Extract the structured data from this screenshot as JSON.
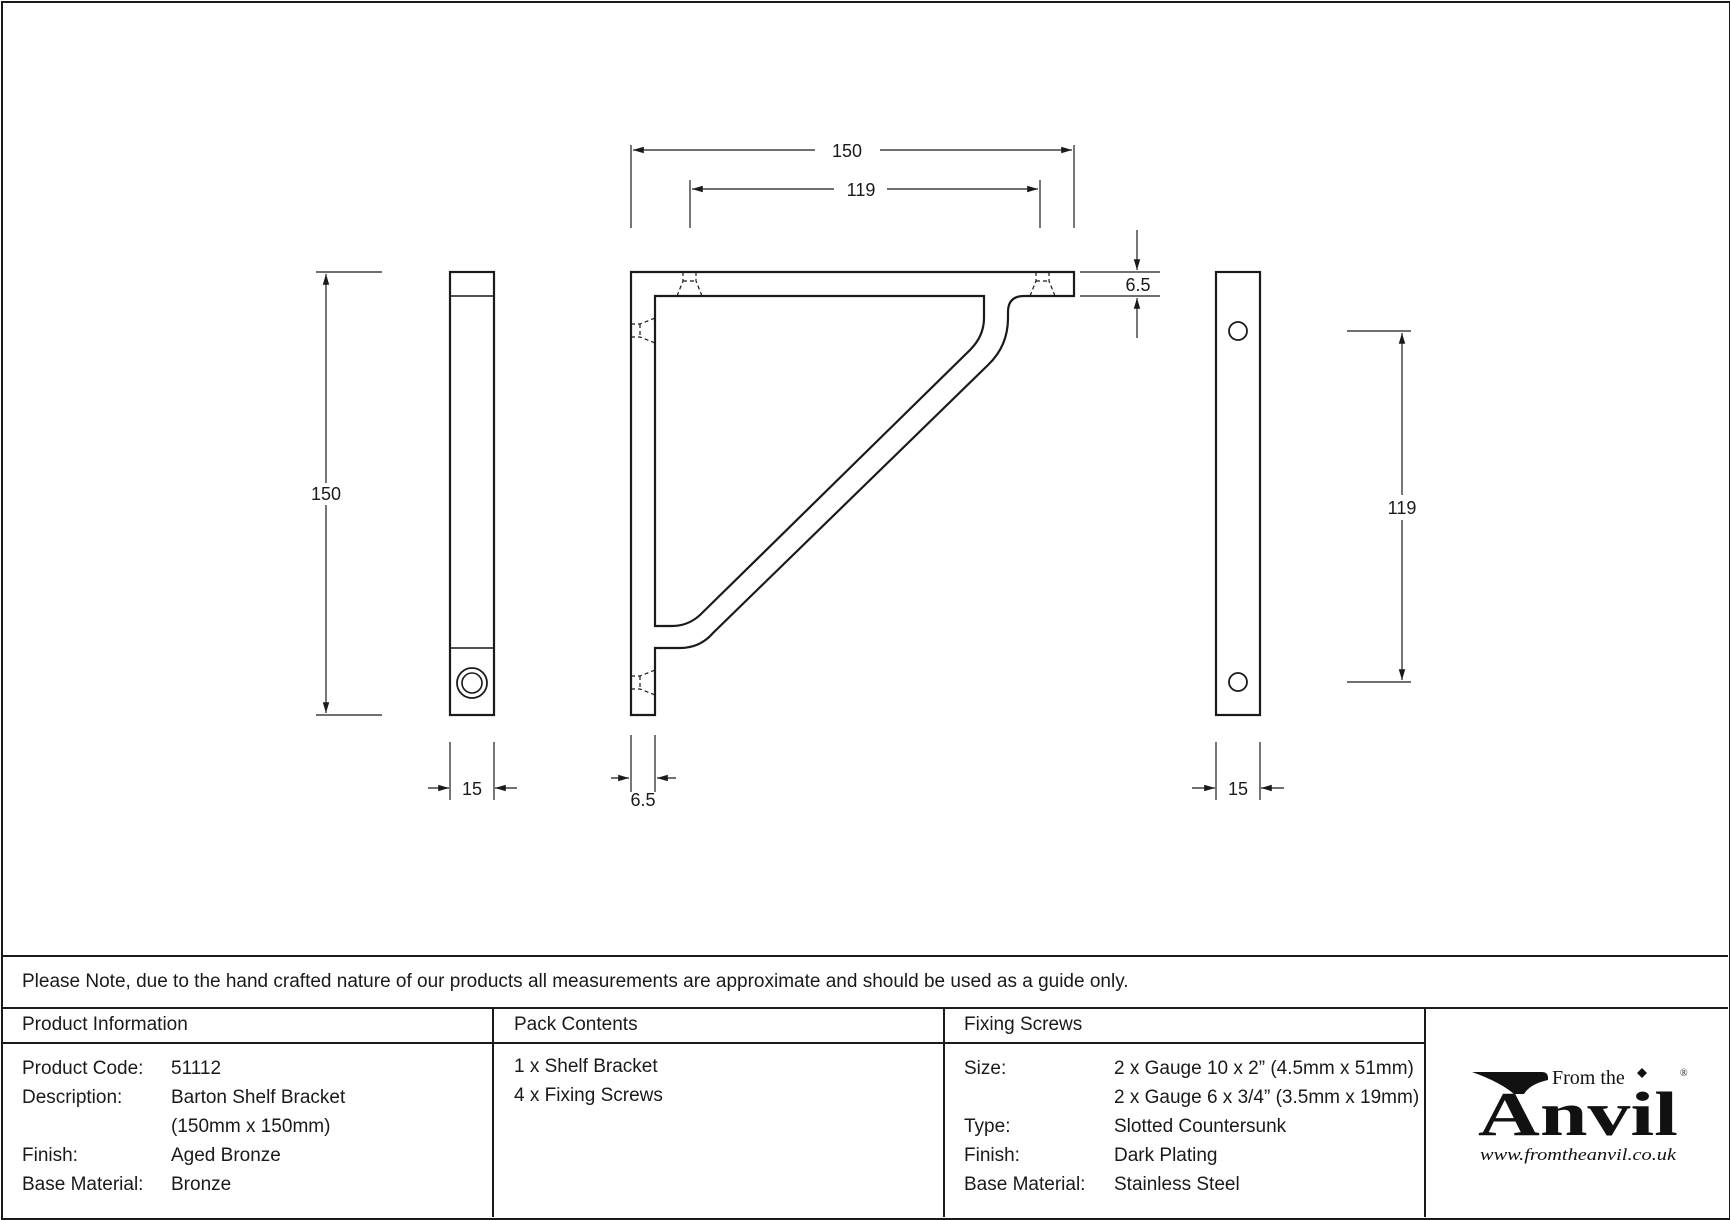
{
  "drawing": {
    "side_view_left": {
      "height_label": "150",
      "width_label": "15"
    },
    "main_view": {
      "overall_width_label": "150",
      "hole_spacing_label": "119",
      "thickness_top_label": "6.5",
      "thickness_side_label": "6.5"
    },
    "side_view_right": {
      "hole_spacing_label": "119",
      "width_label": "15"
    }
  },
  "note": "Please Note, due to the hand crafted nature of our products all measurements are approximate and should be used as a guide only.",
  "product_info": {
    "heading": "Product Information",
    "code_label": "Product Code:",
    "code_value": "51112",
    "description_label": "Description:",
    "description_value_1": "Barton Shelf Bracket",
    "description_value_2": "(150mm x 150mm)",
    "finish_label": "Finish:",
    "finish_value": "Aged Bronze",
    "material_label": "Base Material:",
    "material_value": "Bronze"
  },
  "pack_contents": {
    "heading": "Pack Contents",
    "items": [
      "1 x Shelf Bracket",
      "4 x Fixing Screws"
    ]
  },
  "fixing_screws": {
    "heading": "Fixing Screws",
    "size_label": "Size:",
    "size_value_1": "2 x Gauge 10 x 2” (4.5mm x 51mm)",
    "size_value_2": "2 x Gauge 6 x 3/4” (3.5mm x 19mm)",
    "type_label": "Type:",
    "type_value": "Slotted Countersunk",
    "finish_label": "Finish:",
    "finish_value": "Dark Plating",
    "material_label": "Base Material:",
    "material_value": "Stainless Steel"
  },
  "logo": {
    "from_the": "From the",
    "brand": "Anvil",
    "url": "www.fromtheanvil.co.uk",
    "registered": "®"
  }
}
